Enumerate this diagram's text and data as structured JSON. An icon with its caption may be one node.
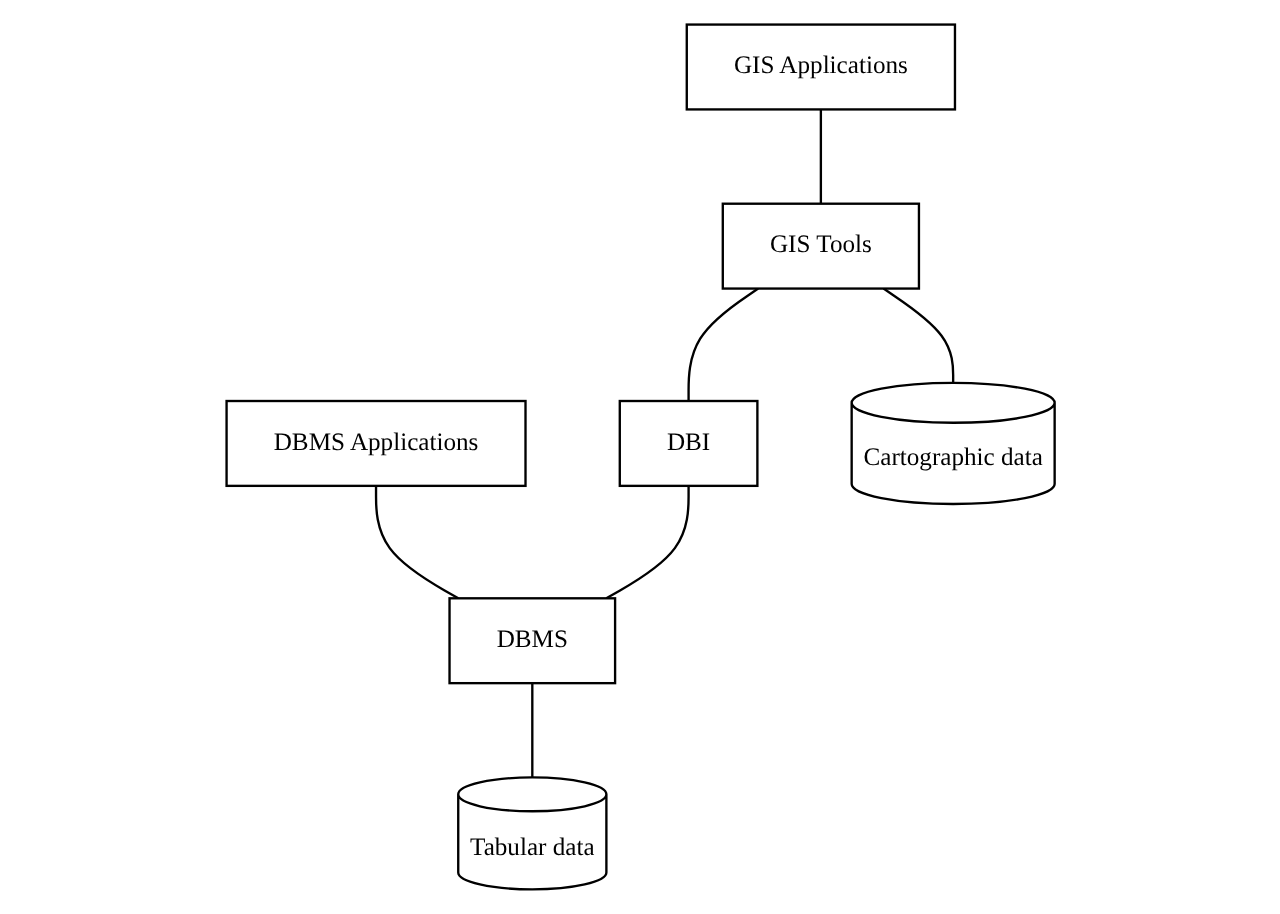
{
  "diagram": {
    "nodes": [
      {
        "text": [
          "GIS Applications"
        ]
      },
      {
        "text": [
          "DBMS Applications"
        ]
      },
      {
        "text": [
          "GIS Tools"
        ]
      },
      {
        "text": [
          "DBI"
        ]
      },
      {
        "text": [
          "DBMS"
        ]
      },
      {
        "text": [
          "Cartographic data"
        ]
      },
      {
        "text": [
          "Tabular data"
        ]
      }
    ],
    "edges": [
      {
        "from": 0,
        "to": 2,
        "arrow": "none"
      },
      {
        "from": 1,
        "to": 4,
        "arrow": "none"
      },
      {
        "from": 2,
        "to": 3,
        "arrow": "none"
      },
      {
        "from": 3,
        "to": 4,
        "arrow": "none"
      },
      {
        "from": 2,
        "to": 5,
        "arrow": "none"
      },
      {
        "from": 4,
        "to": 6,
        "arrow": "none"
      }
    ]
  }
}
